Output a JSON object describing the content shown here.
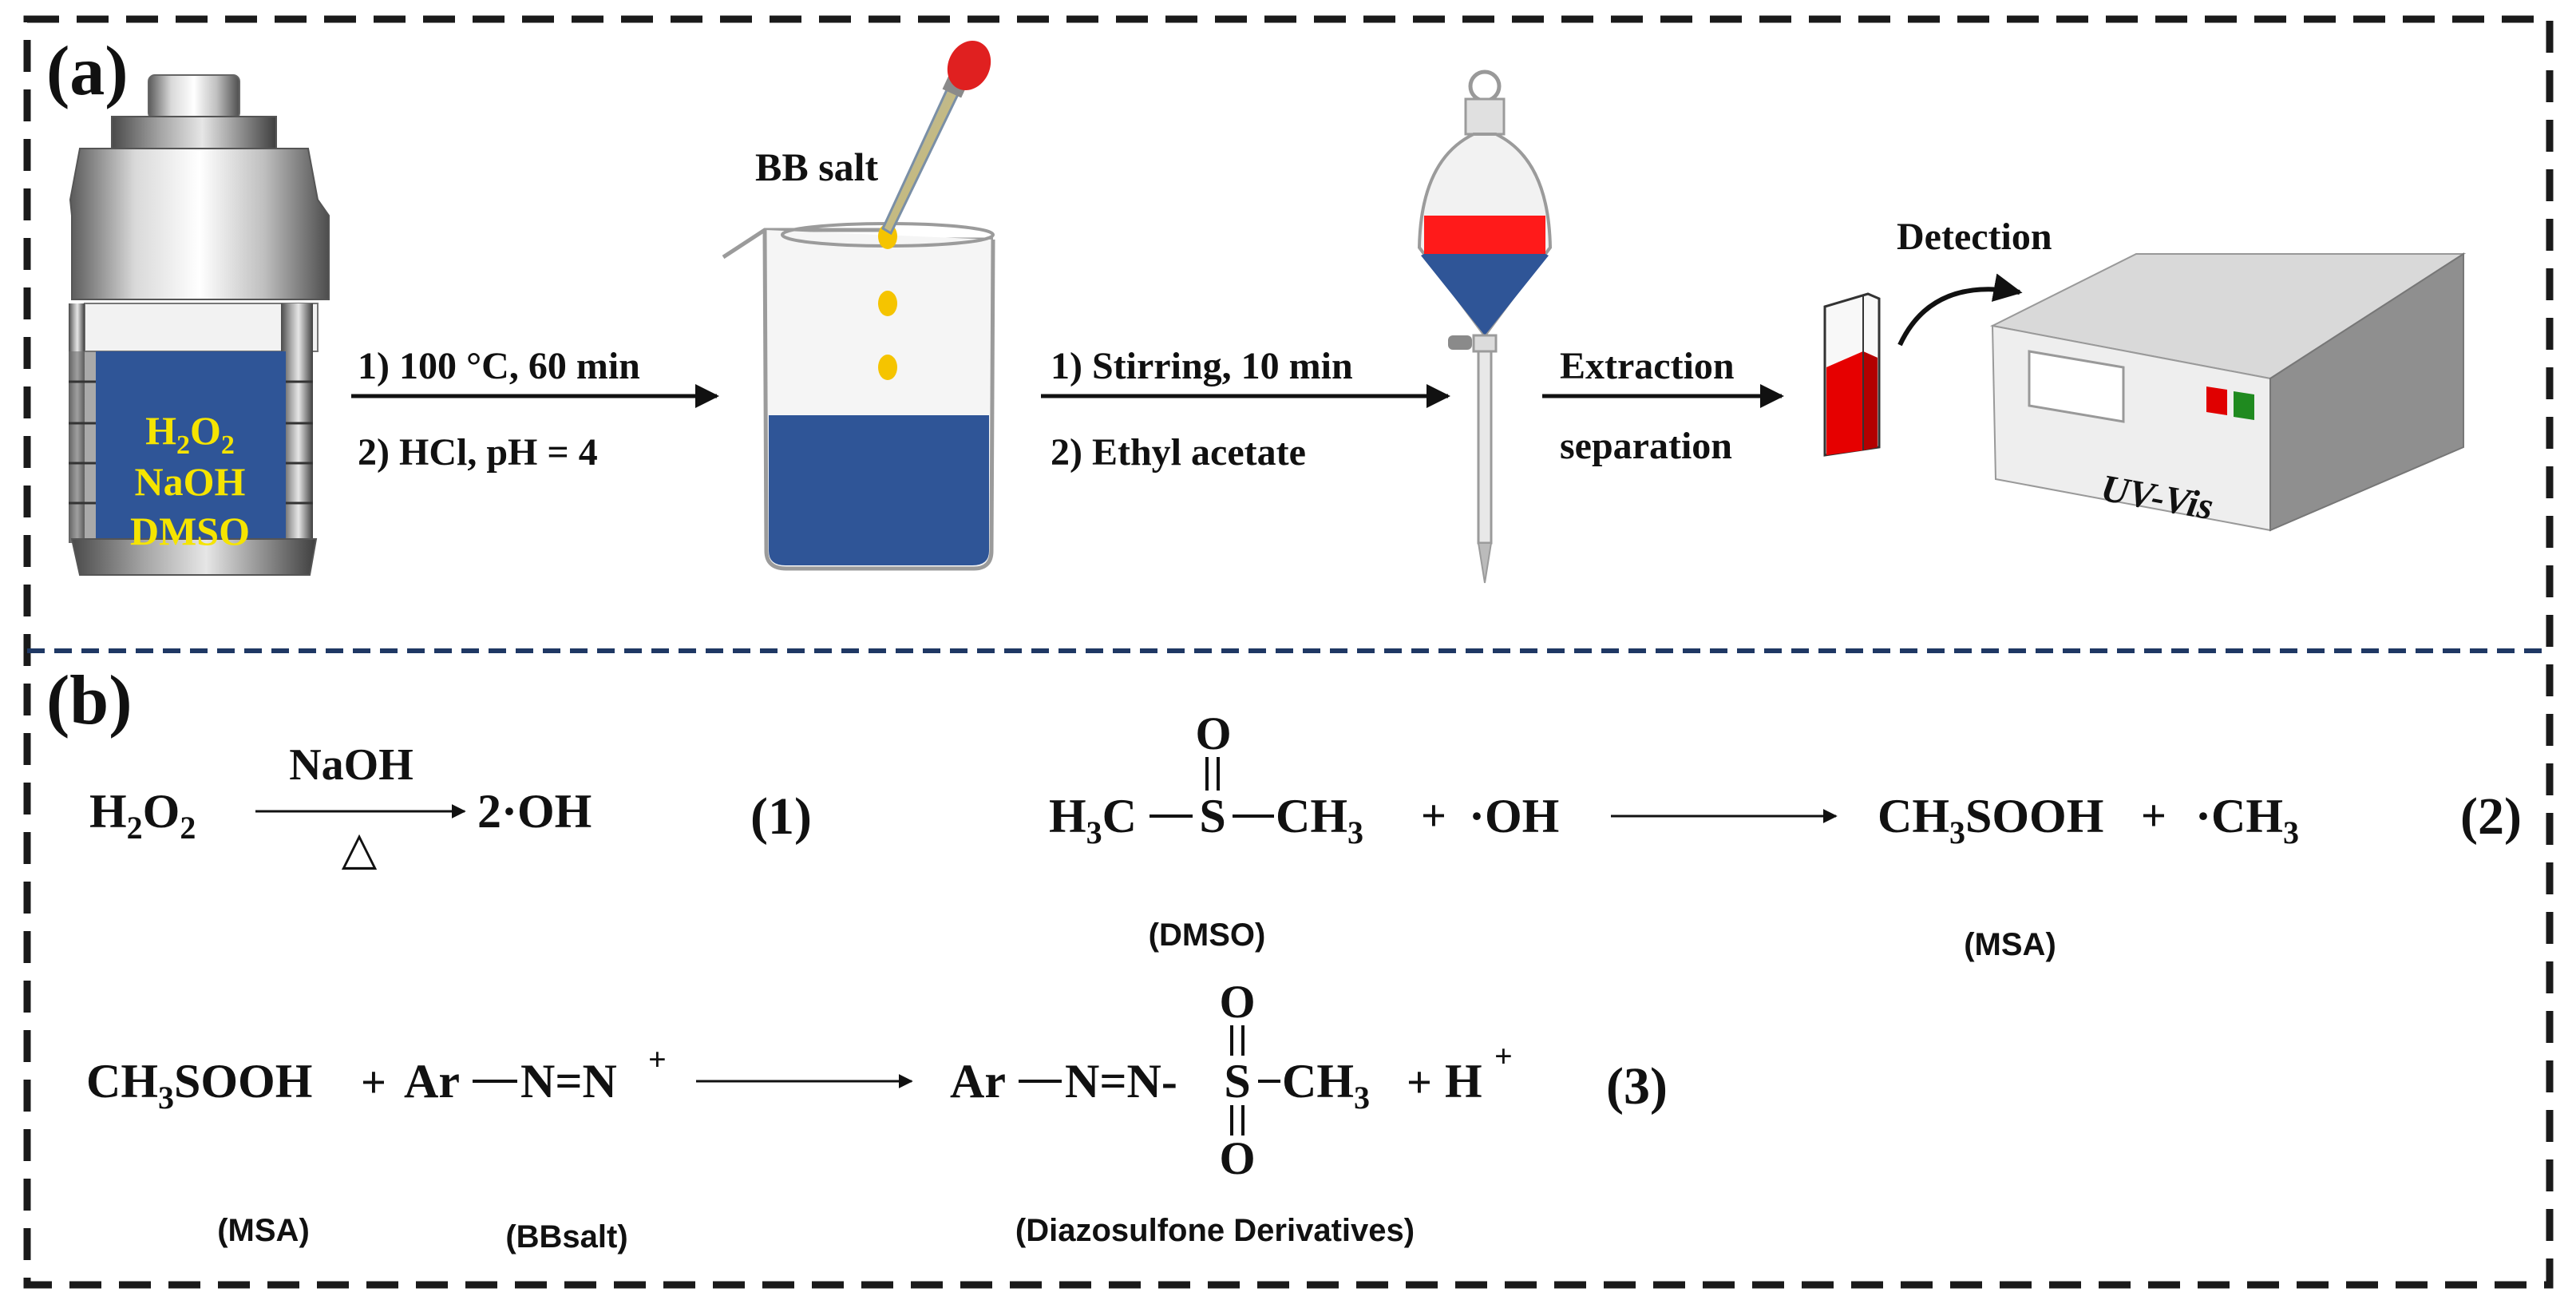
{
  "panel_a": {
    "label": "(a)",
    "reactor_label_1": "H",
    "reactor_label_1_sub1": "2",
    "reactor_label_1_mid": "O",
    "reactor_label_1_sub2": "2",
    "reactor_label_2": "NaOH",
    "reactor_label_3": "DMSO",
    "step1_line1": "1) 100 °C, 60 min",
    "step1_line2": "2) HCl, pH = 4",
    "bb_salt": "BB salt",
    "step2_line1": "1) Stirring, 10 min",
    "step2_line2": "2) Ethyl acetate",
    "step3_line1": "Extraction",
    "step3_line2": "separation",
    "detection": "Detection",
    "instrument": "UV-Vis",
    "colors": {
      "blue_solution": "#2f5597",
      "red_layer": "#ff1a1a",
      "drop": "#f5c400",
      "green_button": "#1f8a1f",
      "dashed_border": "#1a1a1a",
      "divider": "#1f3864"
    }
  },
  "panel_b": {
    "label": "(b)",
    "eq1": {
      "reactant": "H",
      "reactant_sub1": "2",
      "reactant_mid": "O",
      "reactant_sub2": "2",
      "over_arrow": "NaOH",
      "under_arrow": "△",
      "product": "2·OH",
      "number": "(1)"
    },
    "eq2": {
      "o_atom": "O",
      "double_bond": "‖",
      "left": "H",
      "left_sub": "3",
      "left_c": "C",
      "s_atom": "S",
      "right": "CH",
      "right_sub": "3",
      "plus": "+",
      "radical": "·OH",
      "product1": "CH",
      "product1_sub": "3",
      "product1_rest": "SOOH",
      "plus2": "+",
      "product2": "·CH",
      "product2_sub": "3",
      "label_dmso": "(DMSO)",
      "label_msa": "(MSA)",
      "number": "(2)"
    },
    "eq3": {
      "reactant1": "CH",
      "reactant1_sub": "3",
      "reactant1_rest": "SOOH",
      "plus": "+",
      "ar": "Ar",
      "azo": "N=N",
      "charge": "+",
      "prod_ar": "Ar",
      "prod_azo": "N=N-",
      "prod_s": "S",
      "prod_ch": "CH",
      "prod_ch_sub": "3",
      "prod_o_top": "O",
      "prod_o_bottom": "O",
      "plus2": "+",
      "proton": "H",
      "proton_charge": "+",
      "label_msa": "(MSA)",
      "label_bbsalt": "(BBsalt)",
      "label_product": "(Diazosulfone Derivatives)",
      "number": "(3)"
    }
  }
}
